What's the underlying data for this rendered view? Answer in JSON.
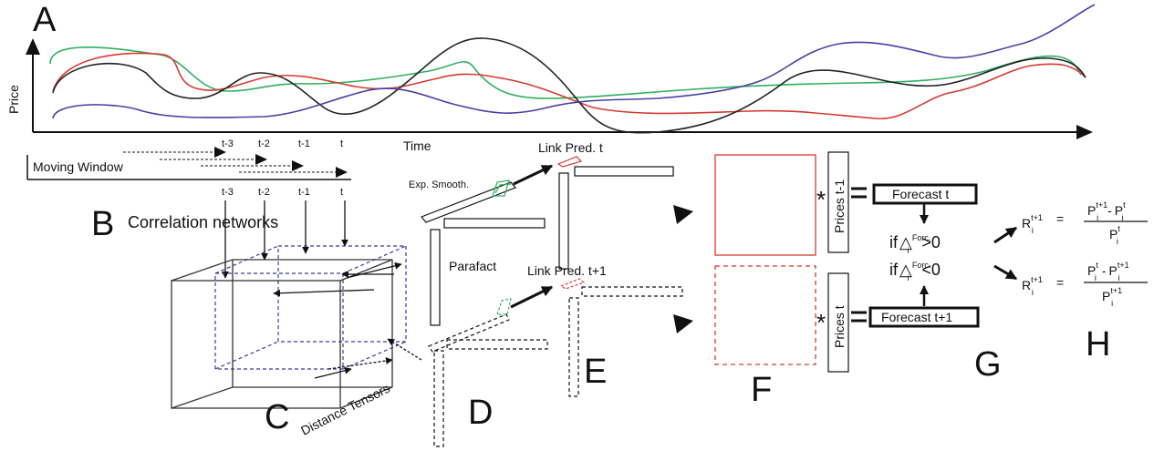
{
  "panel_letters": [
    "A",
    "B",
    "C",
    "D",
    "E",
    "F",
    "G",
    "H"
  ],
  "price_chart": {
    "ylabel": "Price",
    "xlabel": "Time",
    "series_colors": [
      "#2fb05f",
      "#d63a2f",
      "#222222",
      "#4a3fa6"
    ]
  },
  "moving_window": {
    "label": "Moving Window",
    "ticks": [
      "t-3",
      "t-2",
      "t-1",
      "t"
    ]
  },
  "correlation_networks": {
    "label": "Correlation networks"
  },
  "distance_tensors": {
    "label": "Distance Tensors"
  },
  "parafact": {
    "label": "Parafact"
  },
  "exp_smooth": {
    "label": "Exp. Smooth."
  },
  "link_pred": {
    "t": "Link Pred. t",
    "t1": "Link Pred. t+1"
  },
  "prices": {
    "t_minus_1": "Prices t-1",
    "t": "Prices t"
  },
  "forecast": {
    "t": "Forecast t",
    "t1": "Forecast t+1"
  },
  "conditions": {
    "if_prefix": "if",
    "delta": "△",
    "sub": "i",
    "sup": "Forc.",
    "gt": ">0",
    "lt": "<0"
  },
  "returns": {
    "R": "R",
    "P": "P",
    "i": "i",
    "t": "t",
    "t1": "t+1",
    "eq": "="
  },
  "colors": {
    "red": "#d63a2f",
    "green": "#2fb05f",
    "navy": "#3a3a9a",
    "black": "#111111"
  }
}
